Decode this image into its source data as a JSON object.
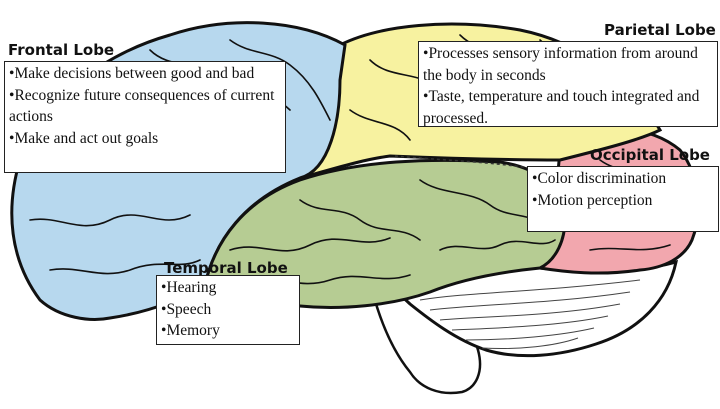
{
  "lobes": {
    "frontal": {
      "title": "Frontal Lobe",
      "bullets": [
        "Make decisions between good and bad",
        "Recognize future consequences of current actions",
        "Make and act out goals"
      ],
      "color": "#b7d8ee"
    },
    "parietal": {
      "title": "Parietal Lobe",
      "bullets": [
        "Processes sensory information from around the body in seconds",
        "Taste, temperature and touch integrated and processed."
      ],
      "color": "#f7f2a0"
    },
    "occipital": {
      "title": "Occipital Lobe",
      "bullets": [
        "Color discrimination",
        "Motion perception"
      ],
      "color": "#f2a7ae"
    },
    "temporal": {
      "title": "Temporal Lobe",
      "bullets": [
        "Hearing",
        "Speech",
        "Memory"
      ],
      "color": "#b6cc93"
    }
  },
  "cerebellum_color": "#ffffff",
  "outline_color": "#111111"
}
